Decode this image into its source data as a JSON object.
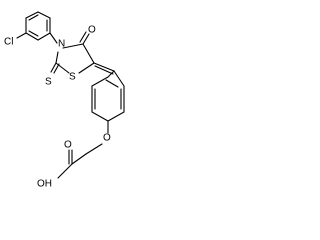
{
  "molecule": {
    "atoms": {
      "cl": "Cl",
      "n": "N",
      "o_ketone": "O",
      "s_ring": "S",
      "s_thione": "S",
      "o_ether": "O",
      "o_acid": "O",
      "oh": "OH"
    }
  }
}
